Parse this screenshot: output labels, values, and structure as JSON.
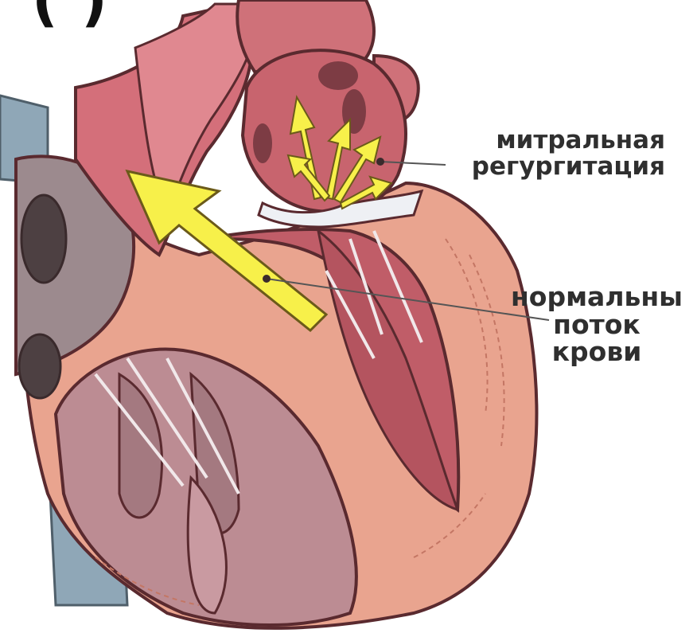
{
  "labels": {
    "top_fragment": "(            )",
    "mitral_regurgitation": [
      "митральная",
      "регургитация"
    ],
    "normal_flow": [
      "нормальны",
      "поток",
      "крови"
    ]
  },
  "colors": {
    "myocardium": "#e9a48f",
    "chamber": "#c8646e",
    "aorta": "#d46f7a",
    "vein": "#8fa7b7",
    "arrow": "#f7f04a",
    "outline": "#5a2a2f",
    "text": "#2f2f2f"
  },
  "icons": [
    "normal-flow-arrow",
    "regurgitation-arrows"
  ]
}
